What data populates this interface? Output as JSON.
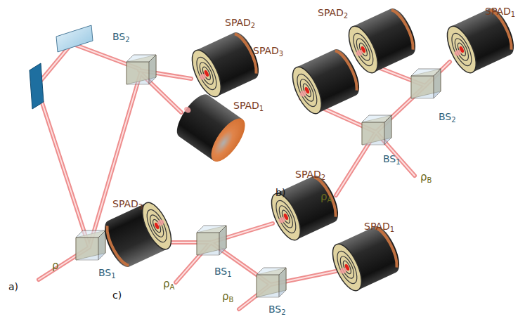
{
  "diagram": {
    "labels": [
      "SPAD2",
      "BS2",
      "SPAD1",
      "BS1",
      "ρ",
      "a)",
      "SPAD2",
      "SPAD1",
      "SPAD3",
      "BS2",
      "BS1",
      "ρA",
      "ρB",
      "b)",
      "SPAD2",
      "SPAD3",
      "SPAD1",
      "BS1",
      "BS2",
      "ρA",
      "ρB",
      "c)"
    ]
  }
}
